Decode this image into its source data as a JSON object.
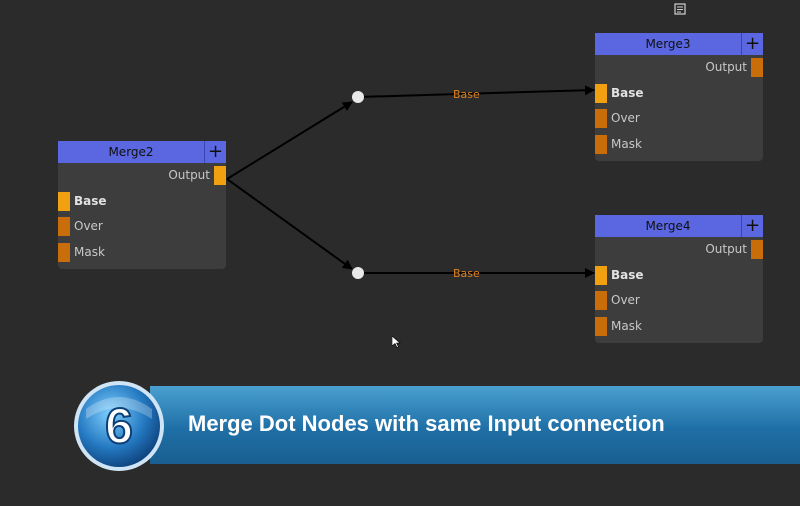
{
  "nodes": [
    {
      "id": "merge2",
      "title": "Merge2",
      "plus": "+",
      "output_label": "Output",
      "inputs": [
        {
          "label": "Base",
          "bold": true
        },
        {
          "label": "Over",
          "bold": false
        },
        {
          "label": "Mask",
          "bold": false
        }
      ]
    },
    {
      "id": "merge3",
      "title": "Merge3",
      "plus": "+",
      "output_label": "Output",
      "inputs": [
        {
          "label": "Base",
          "bold": true
        },
        {
          "label": "Over",
          "bold": false
        },
        {
          "label": "Mask",
          "bold": false
        }
      ]
    },
    {
      "id": "merge4",
      "title": "Merge4",
      "plus": "+",
      "output_label": "Output",
      "inputs": [
        {
          "label": "Base",
          "bold": true
        },
        {
          "label": "Over",
          "bold": false
        },
        {
          "label": "Mask",
          "bold": false
        }
      ]
    }
  ],
  "connections": [
    {
      "label": "Base"
    },
    {
      "label": "Base"
    }
  ],
  "banner": {
    "number": "6",
    "title": "Merge Dot Nodes with same Input connection"
  },
  "colors": {
    "background": "#2b2b2b",
    "node_header": "#5a67e0",
    "node_body": "#3d3d3d",
    "port": "#c96d0a",
    "port_active": "#f0a010",
    "connection_label": "#e08020",
    "banner": "#2e82bb"
  },
  "icons": {
    "top_right": "node-graph-icon",
    "cursor": "cursor-icon"
  }
}
